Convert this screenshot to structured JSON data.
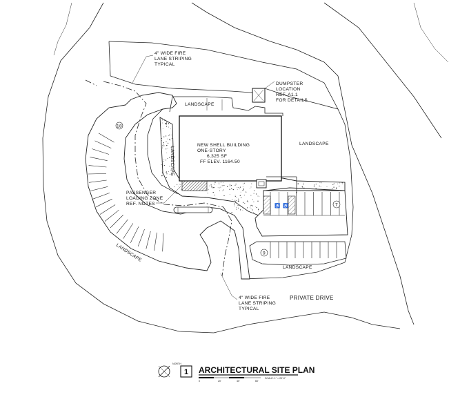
{
  "labels": {
    "fire_lane_top": [
      "4\" WIDE FIRE",
      "LANE STRIPING",
      "TYPICAL"
    ],
    "dumpster": [
      "DUMPSTER",
      "LOCATION",
      "REF. A1.1",
      "FOR DETAILS"
    ],
    "landscape_top": "LANDSCAPE",
    "landscape_right": "LANDSCAPE",
    "landscape_vertical": "LANDSCAPE",
    "landscape_left": "LANDSCAPE",
    "landscape_bottom": "LANDSCAPE",
    "building": [
      "NEW SHELL BUILDING",
      "ONE-STORY",
      "6,325 SF",
      "FF ELEV. 1164.50"
    ],
    "passenger": [
      "PASSENGER",
      "LOADING ZONE",
      "REF. NOTES"
    ],
    "fire_lane_bottom": [
      "4\" WIDE FIRE",
      "LANE STRIPING",
      "TYPICAL"
    ],
    "private_drive": "PRIVATE DRIVE",
    "stall_count_left": "18",
    "stall_count_right": "7",
    "stall_count_bottom": "9",
    "accessible_symbol": "♿"
  },
  "title_block": {
    "north": "NORTH",
    "sheet_number": "1",
    "title": "ARCHITECTURAL SITE PLAN",
    "scale_ticks": [
      "0",
      "20'",
      "40'",
      "60'"
    ],
    "scale_text": "SCALE: 1\" = 20'-0\""
  }
}
